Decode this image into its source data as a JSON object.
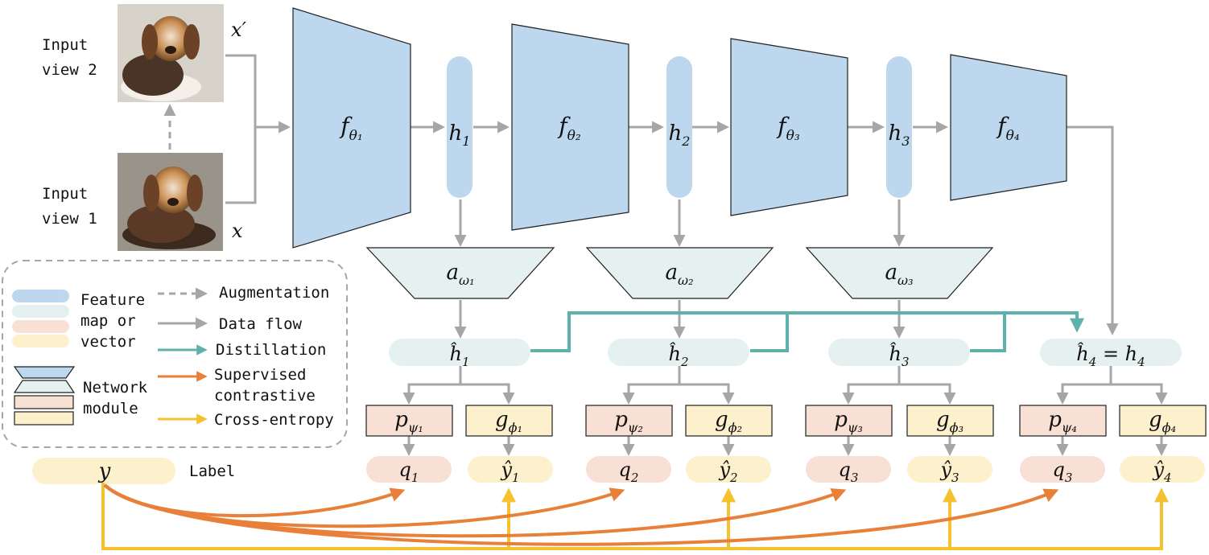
{
  "inputs": {
    "view2_label": [
      "Input",
      "view 2"
    ],
    "view1_label": [
      "Input",
      "view 1"
    ],
    "x_prime": "x′",
    "x": "x"
  },
  "encoders": [
    {
      "name": "f",
      "sub": "θ₁"
    },
    {
      "name": "f",
      "sub": "θ₂"
    },
    {
      "name": "f",
      "sub": "θ₃"
    },
    {
      "name": "f",
      "sub": "θ₄"
    }
  ],
  "features": [
    {
      "name": "h",
      "sub": "1"
    },
    {
      "name": "h",
      "sub": "2"
    },
    {
      "name": "h",
      "sub": "3"
    }
  ],
  "adapters": [
    {
      "name": "a",
      "sub": "ω₁"
    },
    {
      "name": "a",
      "sub": "ω₂"
    },
    {
      "name": "a",
      "sub": "ω₃"
    }
  ],
  "hhat": [
    {
      "name": "ĥ",
      "sub": "1"
    },
    {
      "name": "ĥ",
      "sub": "2"
    },
    {
      "name": "ĥ",
      "sub": "3"
    },
    {
      "name": "ĥ",
      "sub": "4",
      "suffix": " = h",
      "suffix_sub": "4"
    }
  ],
  "projectors": [
    {
      "name": "p",
      "sub": "ψ₁"
    },
    {
      "name": "p",
      "sub": "ψ₂"
    },
    {
      "name": "p",
      "sub": "ψ₃"
    },
    {
      "name": "p",
      "sub": "ψ₄"
    }
  ],
  "classifiers": [
    {
      "name": "g",
      "sub": "ϕ₁"
    },
    {
      "name": "g",
      "sub": "ϕ₂"
    },
    {
      "name": "g",
      "sub": "ϕ₃"
    },
    {
      "name": "g",
      "sub": "ϕ₄"
    }
  ],
  "q_outputs": [
    {
      "name": "q",
      "sub": "1"
    },
    {
      "name": "q",
      "sub": "2"
    },
    {
      "name": "q",
      "sub": "3"
    },
    {
      "name": "q",
      "sub": "3"
    }
  ],
  "y_outputs": [
    {
      "name": "ŷ",
      "sub": "1"
    },
    {
      "name": "ŷ",
      "sub": "2"
    },
    {
      "name": "ŷ",
      "sub": "3"
    },
    {
      "name": "ŷ",
      "sub": "4"
    }
  ],
  "label": {
    "symbol": "y",
    "text": "Label"
  },
  "legend": {
    "feature_text": [
      "Feature",
      "map or",
      "vector"
    ],
    "network_text": [
      "Network",
      "module"
    ],
    "augmentation": "Augmentation",
    "data_flow": "Data flow",
    "distillation": "Distillation",
    "supervised": [
      "Supervised",
      "contrastive"
    ],
    "cross_entropy": "Cross-entropy"
  },
  "colors": {
    "blue_fill": "#bdd7ee",
    "teal_fill": "#e5f1f1",
    "pink_fill": "#f9e0d4",
    "yellow_fill": "#fdf0cc",
    "gray_arrow": "#a6a6a6",
    "teal_arrow": "#5fb2ac",
    "orange_arrow": "#e8803a",
    "yellow_arrow": "#f6c12f"
  }
}
